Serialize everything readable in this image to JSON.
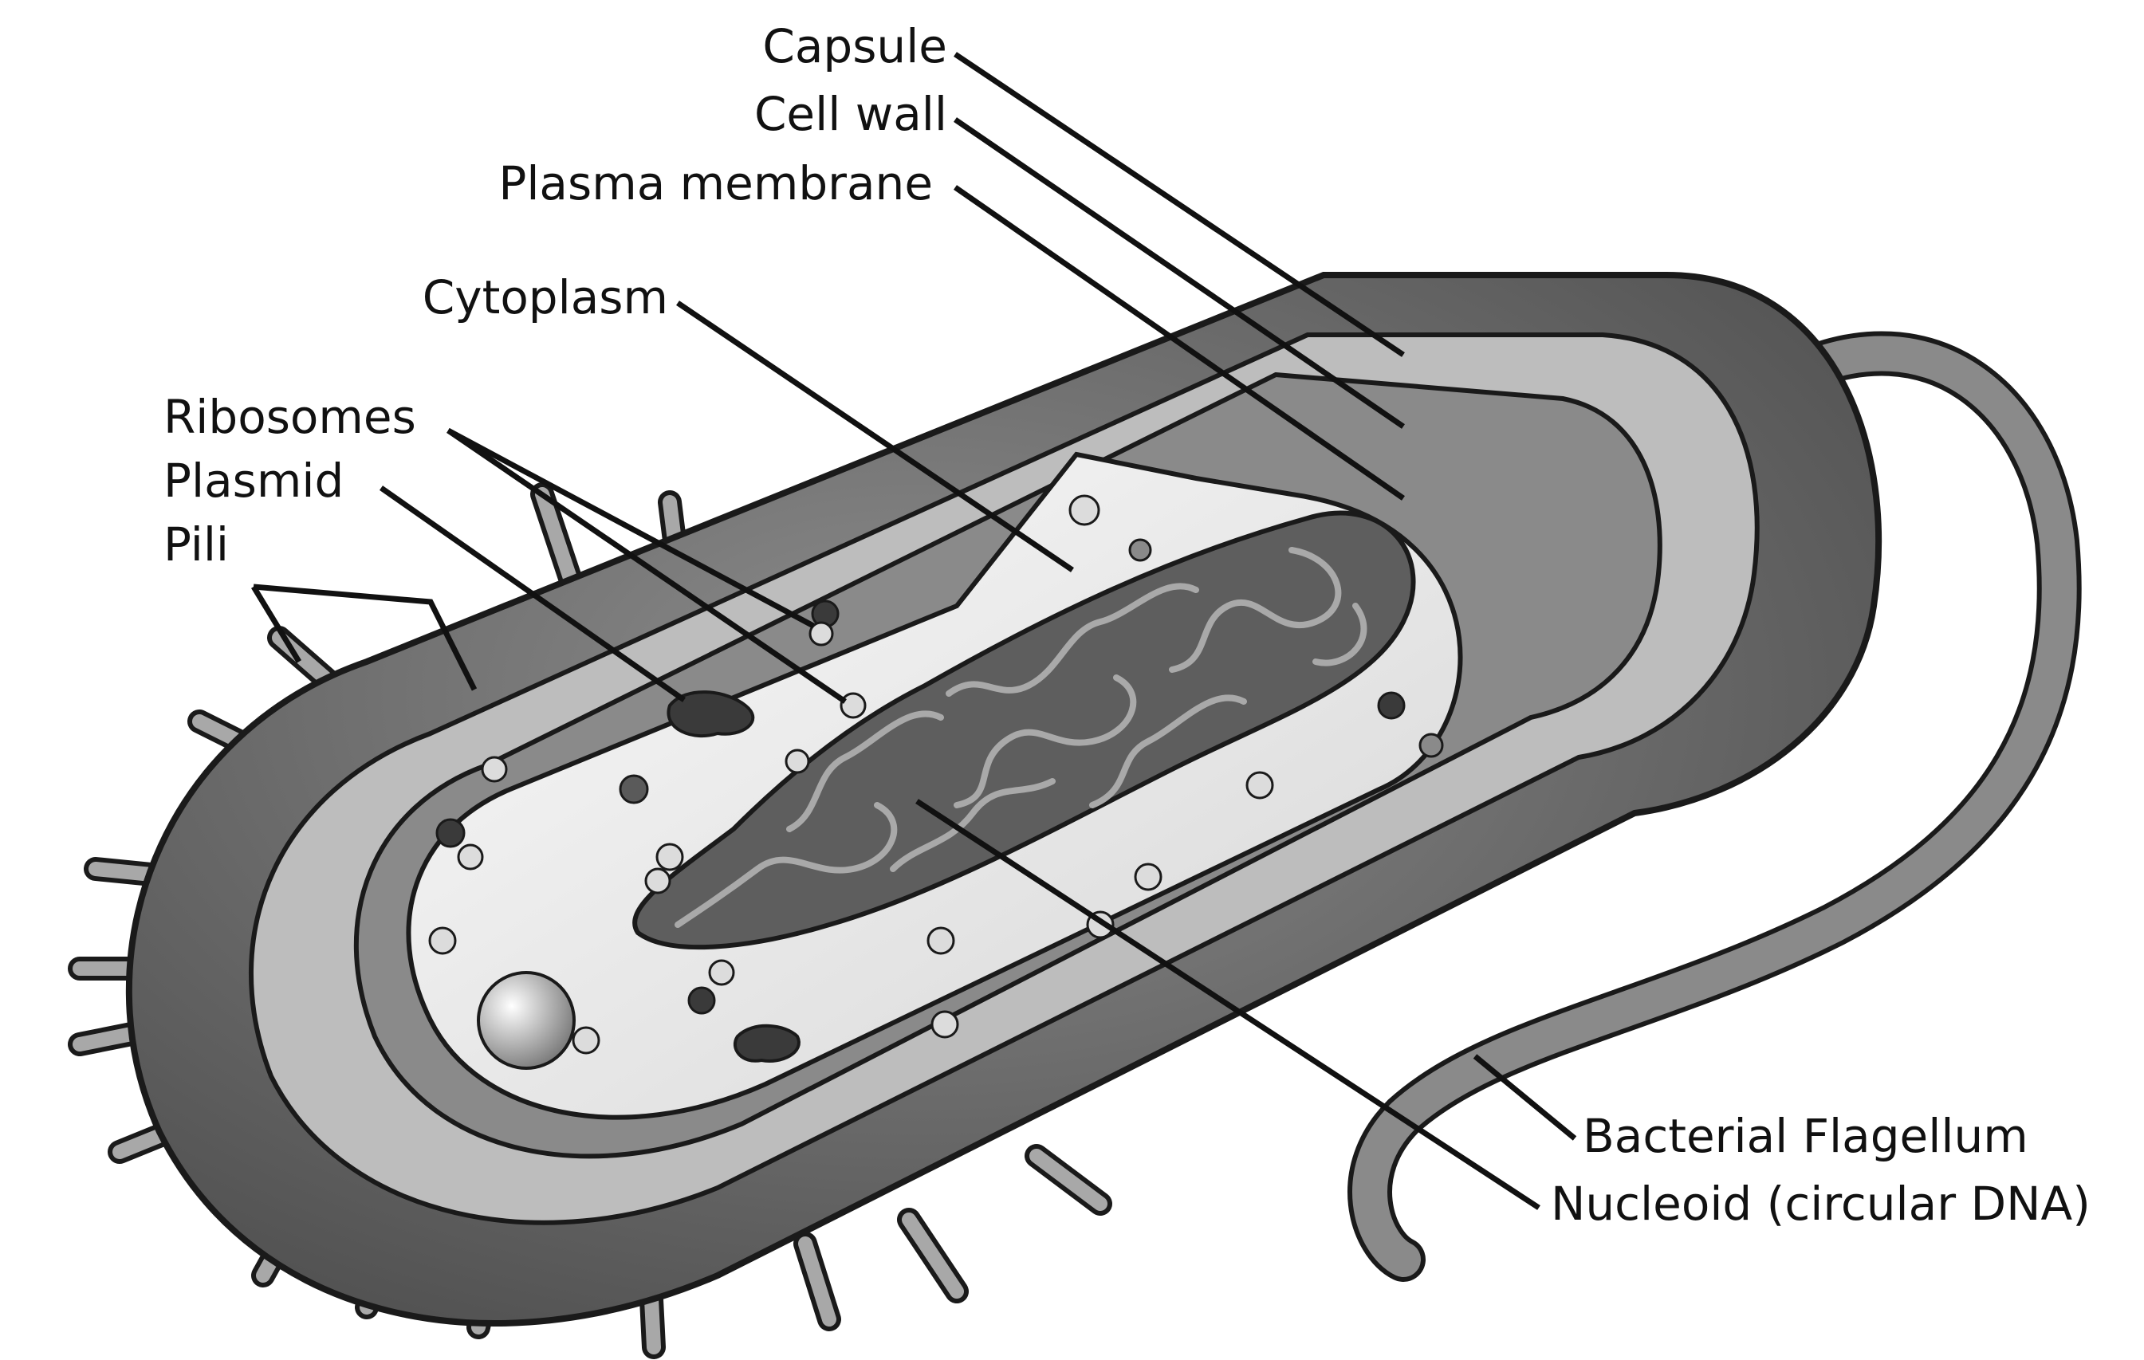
{
  "labels": {
    "capsule": "Capsule",
    "cell_wall": "Cell wall",
    "plasma_membrane": "Plasma membrane",
    "cytoplasm": "Cytoplasm",
    "ribosomes": "Ribosomes",
    "plasmid": "Plasmid",
    "pili": "Pili",
    "bacterial_flagellum": "Bacterial Flagellum",
    "nucleoid": "Nucleoid (circular DNA)"
  },
  "colors": {
    "capsule": "#6f6f6f",
    "cell_wall": "#bdbdbd",
    "membrane_band": "#8a8a8a",
    "cytoplasm": "#ececec",
    "nucleoid": "#5e5e5e",
    "outline": "#1a1a1a",
    "leader_line": "#111111"
  }
}
